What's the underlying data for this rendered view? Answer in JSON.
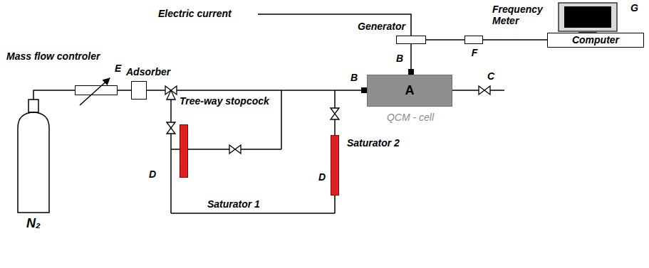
{
  "diagram": {
    "nodes": [
      {
        "text": [
          "N₂"
        ]
      },
      {
        "text": [
          "Mass flow controler",
          "E"
        ]
      },
      {
        "text": [
          "Adsorber"
        ]
      },
      {
        "text": [
          "D",
          "Saturator 1"
        ]
      },
      {
        "text": [
          "D",
          "Saturator 2"
        ]
      },
      {
        "text": [
          "Generator"
        ]
      },
      {
        "text": [
          "A",
          "QCM - cell"
        ]
      },
      {
        "text": [
          "F",
          "Frequency Meter"
        ]
      },
      {
        "text": [
          "G",
          "Computer"
        ]
      }
    ],
    "edges": [
      {
        "from": 0,
        "to": 1,
        "arrow": "none"
      },
      {
        "from": 1,
        "to": 2,
        "arrow": "none"
      },
      {
        "from": 2,
        "to": 6,
        "arrow": "none"
      },
      {
        "from": 5,
        "to": 6,
        "arrow": "none"
      },
      {
        "from": 5,
        "to": 7,
        "arrow": "none"
      },
      {
        "from": 7,
        "to": 8,
        "arrow": "none"
      }
    ],
    "labels": [
      "Electric current",
      "B",
      "B",
      "Tree-way stopcock",
      "C"
    ]
  }
}
